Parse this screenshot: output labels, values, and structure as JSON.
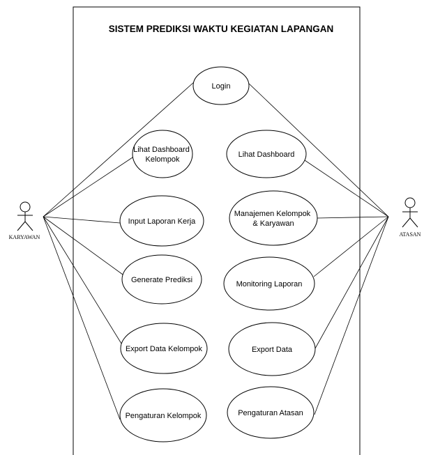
{
  "system": {
    "title": "SISTEM PREDIKSI WAKTU KEGIATAN LAPANGAN"
  },
  "actors": {
    "karyawan": {
      "label": "KARYAWAN"
    },
    "atasan": {
      "label": "ATASAN"
    }
  },
  "usecases": {
    "login": [
      "Login"
    ],
    "lihat_dashboard_kelompok": [
      "Lihat Dashboard",
      "Kelompok"
    ],
    "lihat_dashboard": [
      "Lihat Dashboard"
    ],
    "input_laporan_kerja": [
      "Input Laporan Kerja"
    ],
    "manajemen_kelompok_karyawan": [
      "Manajemen Kelompok",
      "& Karyawan"
    ],
    "generate_prediksi": [
      "Generate Prediksi"
    ],
    "monitoring_laporan": [
      "Monitoring Laporan"
    ],
    "export_data_kelompok": [
      "Export Data Kelompok"
    ],
    "export_data": [
      "Export Data"
    ],
    "pengaturan_kelompok": [
      "Pengaturan Kelompok"
    ],
    "pengaturan_atasan": [
      "Pengaturan Atasan"
    ]
  }
}
